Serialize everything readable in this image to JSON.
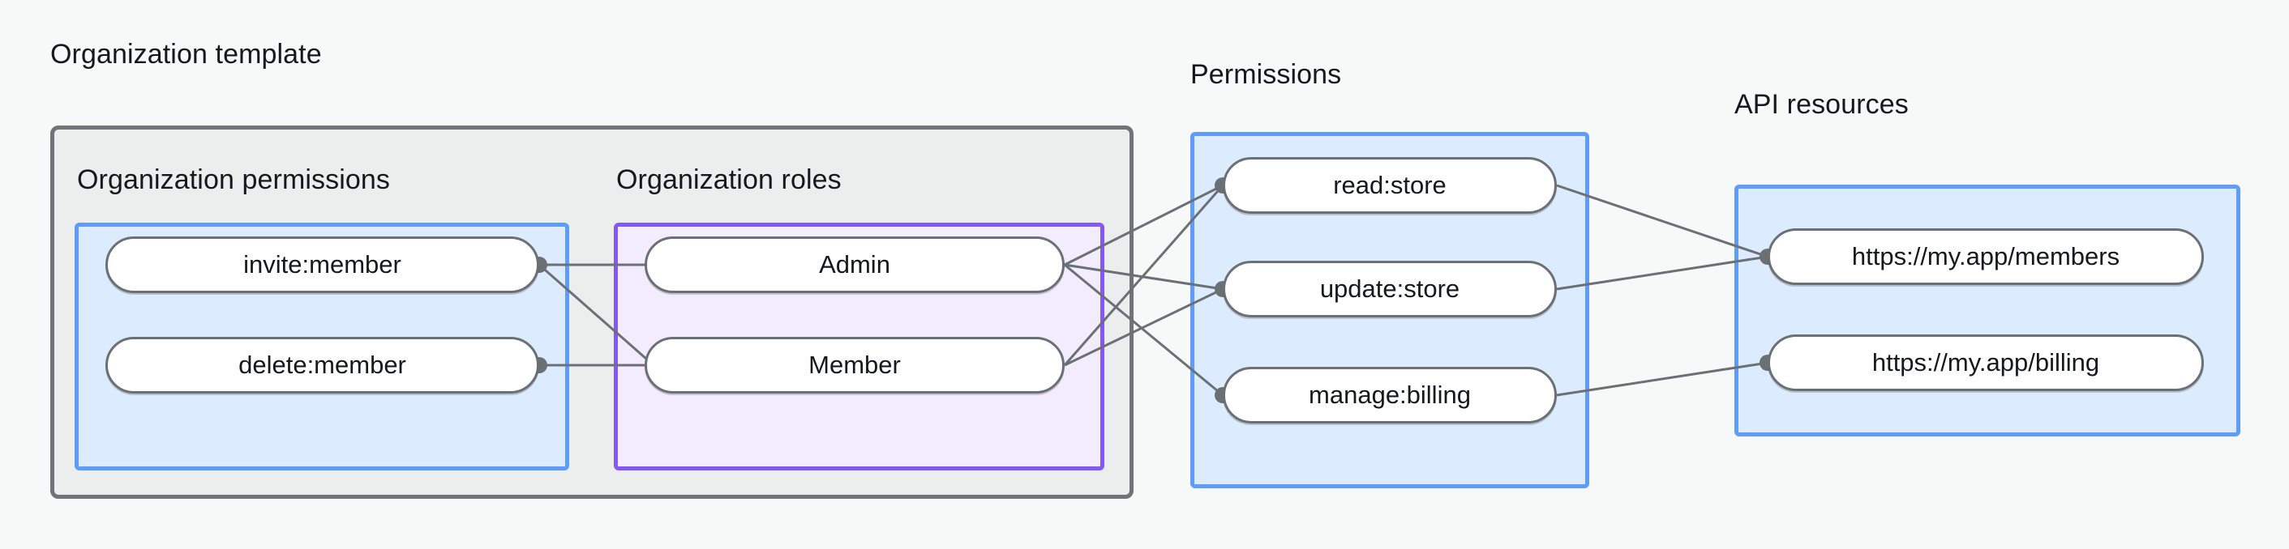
{
  "background_color": "#f7f8f8",
  "groups": {
    "organization_template": {
      "title": "Organization template",
      "border_color": "#6e7478",
      "fill_color": "#eceeed",
      "subgroups": {
        "organization_permissions": {
          "title": "Organization permissions",
          "border_color": "#5d9cf8",
          "fill_color": "#dcebfd",
          "nodes": [
            {
              "id": "invite-member",
              "label": "invite:member"
            },
            {
              "id": "delete-member",
              "label": "delete:member"
            }
          ]
        },
        "organization_roles": {
          "title": "Organization roles",
          "border_color": "#8358f8",
          "fill_color": "#f3ecfe",
          "nodes": [
            {
              "id": "admin",
              "label": "Admin"
            },
            {
              "id": "member",
              "label": "Member"
            }
          ]
        }
      }
    },
    "permissions": {
      "title": "Permissions",
      "border_color": "#5d9cf8",
      "fill_color": "#dcebfd",
      "nodes": [
        {
          "id": "read-store",
          "label": "read:store"
        },
        {
          "id": "update-store",
          "label": "update:store"
        },
        {
          "id": "manage-billing",
          "label": "manage:billing"
        }
      ]
    },
    "api_resources": {
      "title": "API resources",
      "border_color": "#5d9cf8",
      "fill_color": "#dcebfd",
      "nodes": [
        {
          "id": "members-url",
          "label": "https://my.app/members"
        },
        {
          "id": "billing-url",
          "label": "https://my.app/billing"
        }
      ]
    }
  },
  "edges": [
    {
      "from": "invite-member",
      "to": "admin"
    },
    {
      "from": "invite-member",
      "to": "member"
    },
    {
      "from": "delete-member",
      "to": "member"
    },
    {
      "from": "admin",
      "to": "read-store"
    },
    {
      "from": "admin",
      "to": "update-store"
    },
    {
      "from": "admin",
      "to": "manage-billing"
    },
    {
      "from": "member",
      "to": "read-store"
    },
    {
      "from": "member",
      "to": "update-store"
    },
    {
      "from": "read-store",
      "to": "members-url"
    },
    {
      "from": "update-store",
      "to": "members-url"
    },
    {
      "from": "manage-billing",
      "to": "billing-url"
    }
  ],
  "edge_color": "#6b7075"
}
